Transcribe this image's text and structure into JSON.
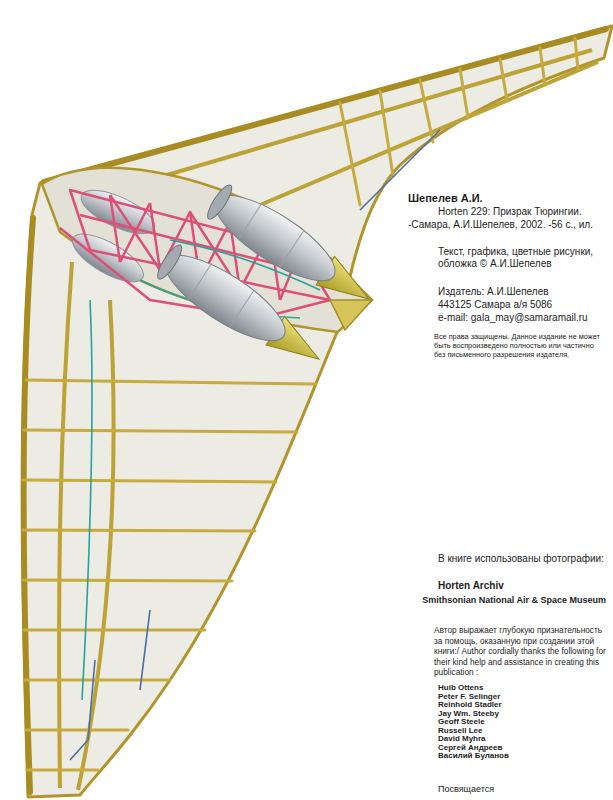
{
  "diagram": {
    "labels": [
      "Шепелев А.И.",
      "Horten 229: Призрак Тюрингии.",
      "-Самара, А.И.Шепелев, 2002. -56 с., ил.",
      "Текст, графика, цветные рисунки, обложка © А.И.Шепелев",
      "Издатель:  А.И.Шепелев",
      "443125 Самара а/я 5086",
      "e-mail: gala_may@samaramail.ru",
      "Все права защищены. Данное издание не может быть воспроизведено полностью или частично без письменного разрешения издателя.",
      "В книге использованы фотографии:",
      "Horten Archiv",
      "Smithsonian National Air & Space Museum",
      "Автор выражает глубокую признательность за помощь, оказанную при создании этой книги:/ Author cordially thanks the following for their kind help and assistance in creating this publication :",
      "Huib Ottens",
      "Peter F. Selinger",
      "Reinhold Stadler",
      "Jay Wm. Steeby",
      "Geoff Steele",
      "Russell Lee",
      "David Myhra",
      "Сергей Андреев",
      "Василий Буланов",
      "Посвящается"
    ]
  }
}
